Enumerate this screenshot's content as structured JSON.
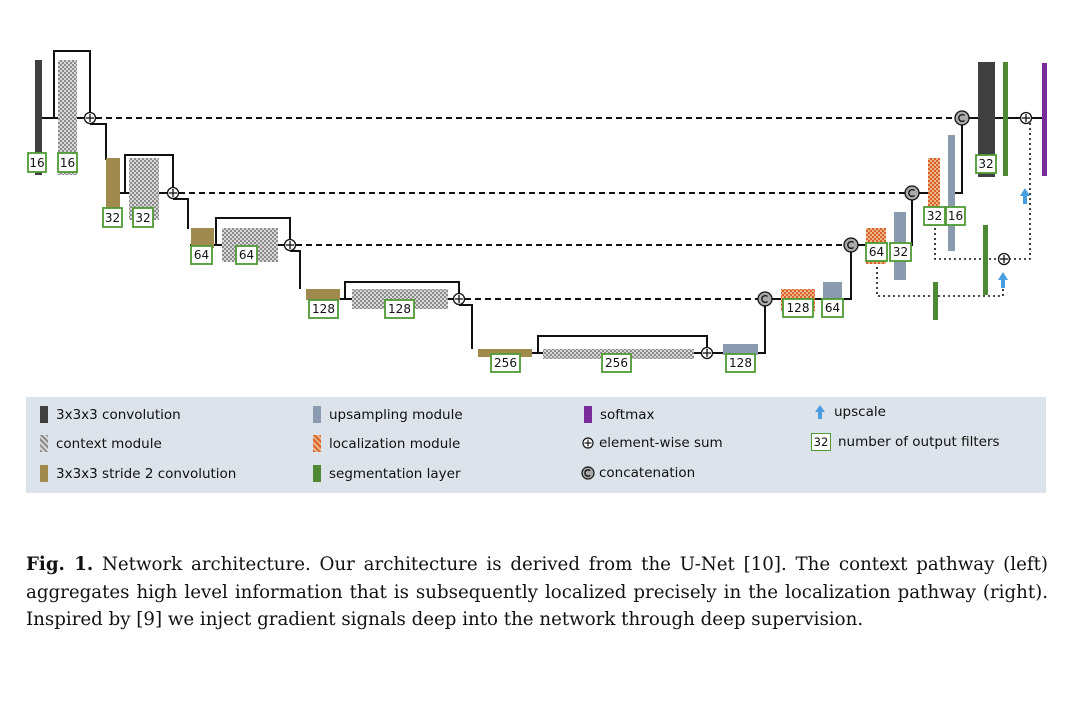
{
  "diagram": {
    "filter_labels": {
      "l1_conv": "16",
      "l1_ctx": "16",
      "l2_conv": "32",
      "l2_ctx": "32",
      "l3_conv": "64",
      "l3_ctx": "64",
      "l4_conv": "128",
      "l4_ctx": "128",
      "l5_conv": "256",
      "l5_ctx": "256",
      "up5": "128",
      "loc4": "128",
      "up4": "64",
      "loc3": "64",
      "up3": "32",
      "loc2": "32",
      "up2": "16",
      "out_conv": "32"
    },
    "colors": {
      "conv": "#404040",
      "stride_conv": "#a08a4e",
      "upsampling": "#8a9bb0",
      "segmentation": "#4e8a34",
      "softmax": "#7a2d9a",
      "upscale": "#4a9ee0",
      "filter_box_border": "#4e9a34",
      "localization": "#d86a2e"
    }
  },
  "legend": {
    "items": [
      {
        "key": "conv",
        "label": "3x3x3 convolution"
      },
      {
        "key": "context",
        "label": "context module"
      },
      {
        "key": "stride",
        "label": "3x3x3 stride 2 convolution"
      },
      {
        "key": "upsampling",
        "label": "upsampling module"
      },
      {
        "key": "localization",
        "label": "localization module"
      },
      {
        "key": "segmentation",
        "label": "segmentation layer"
      },
      {
        "key": "softmax",
        "label": "softmax"
      },
      {
        "key": "sum",
        "label": "element-wise sum"
      },
      {
        "key": "concat",
        "label": "concatenation"
      },
      {
        "key": "upscale",
        "label": "upscale"
      },
      {
        "key": "filters",
        "label": "number of output filters",
        "example": "32"
      }
    ]
  },
  "caption": {
    "label": "Fig. 1.",
    "text": " Network architecture. Our architecture is derived from the U-Net [10]. The context pathway (left) aggregates high level information that is subsequently localized precisely in the localization pathway (right). Inspired by [9] we inject gradient signals deep into the network through deep supervision."
  }
}
